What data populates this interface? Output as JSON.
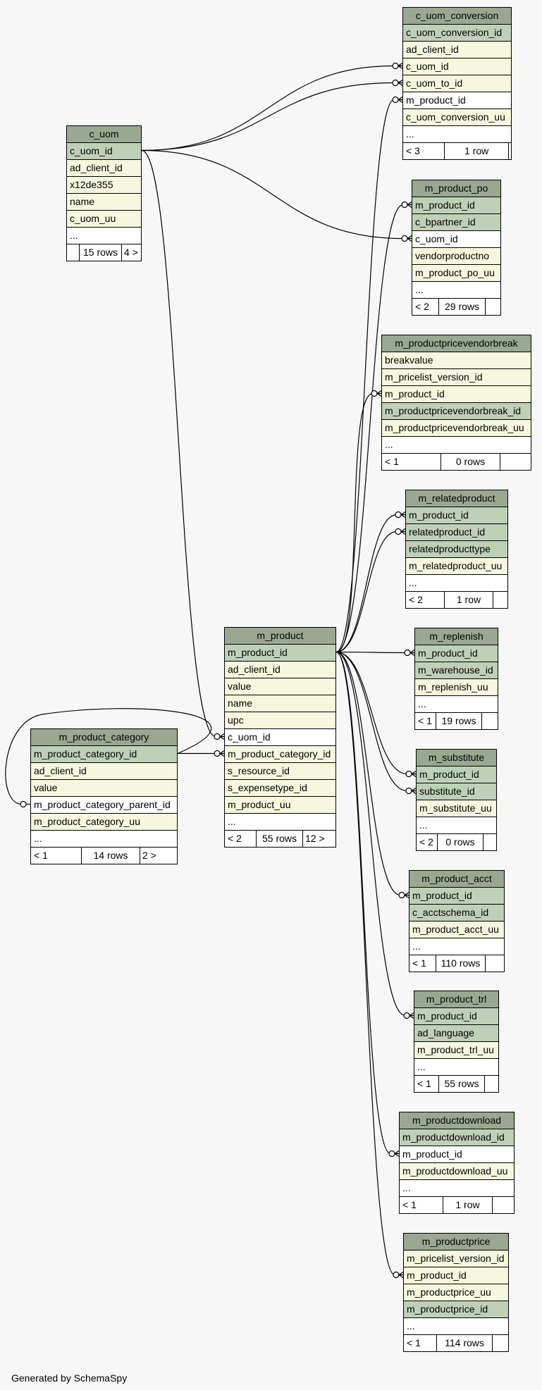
{
  "footer": "Generated by SchemaSpy",
  "tables": [
    {
      "id": "c_uom_conversion",
      "name": "c_uom_conversion",
      "rows": [
        {
          "name": "c_uom_conversion_id",
          "kind": "pk"
        },
        {
          "name": "ad_client_id",
          "kind": "col"
        },
        {
          "name": "c_uom_id",
          "kind": "col"
        },
        {
          "name": "c_uom_to_id",
          "kind": "col"
        },
        {
          "name": "m_product_id",
          "kind": "fk"
        },
        {
          "name": "c_uom_conversion_uu",
          "kind": "col"
        },
        {
          "name": "...",
          "kind": "ell"
        }
      ],
      "footer": {
        "left": "< 3",
        "mid": "1 row",
        "right": ""
      }
    },
    {
      "id": "c_uom",
      "name": "c_uom",
      "rows": [
        {
          "name": "c_uom_id",
          "kind": "pk"
        },
        {
          "name": "ad_client_id",
          "kind": "col"
        },
        {
          "name": "x12de355",
          "kind": "col"
        },
        {
          "name": "name",
          "kind": "col"
        },
        {
          "name": "c_uom_uu",
          "kind": "col"
        },
        {
          "name": "...",
          "kind": "ell"
        }
      ],
      "footer": {
        "left": "",
        "mid": "15 rows",
        "right": "4 >"
      }
    },
    {
      "id": "m_product_po",
      "name": "m_product_po",
      "rows": [
        {
          "name": "m_product_id",
          "kind": "pk"
        },
        {
          "name": "c_bpartner_id",
          "kind": "pk"
        },
        {
          "name": "c_uom_id",
          "kind": "fk"
        },
        {
          "name": "vendorproductno",
          "kind": "col"
        },
        {
          "name": "m_product_po_uu",
          "kind": "col"
        },
        {
          "name": "...",
          "kind": "ell"
        }
      ],
      "footer": {
        "left": "< 2",
        "mid": "29 rows",
        "right": ""
      }
    },
    {
      "id": "m_productpricevendorbreak",
      "name": "m_productpricevendorbreak",
      "rows": [
        {
          "name": "breakvalue",
          "kind": "col"
        },
        {
          "name": "m_pricelist_version_id",
          "kind": "col"
        },
        {
          "name": "m_product_id",
          "kind": "col"
        },
        {
          "name": "m_productpricevendorbreak_id",
          "kind": "pk"
        },
        {
          "name": "m_productpricevendorbreak_uu",
          "kind": "col"
        },
        {
          "name": "...",
          "kind": "ell"
        }
      ],
      "footer": {
        "left": "< 1",
        "mid": "0 rows",
        "right": ""
      }
    },
    {
      "id": "m_relatedproduct",
      "name": "m_relatedproduct",
      "rows": [
        {
          "name": "m_product_id",
          "kind": "pk"
        },
        {
          "name": "relatedproduct_id",
          "kind": "pk"
        },
        {
          "name": "relatedproducttype",
          "kind": "pk"
        },
        {
          "name": "m_relatedproduct_uu",
          "kind": "col"
        },
        {
          "name": "...",
          "kind": "ell"
        }
      ],
      "footer": {
        "left": "< 2",
        "mid": "1 row",
        "right": ""
      }
    },
    {
      "id": "m_product",
      "name": "m_product",
      "rows": [
        {
          "name": "m_product_id",
          "kind": "pk"
        },
        {
          "name": "ad_client_id",
          "kind": "col"
        },
        {
          "name": "value",
          "kind": "col"
        },
        {
          "name": "name",
          "kind": "col"
        },
        {
          "name": "upc",
          "kind": "col"
        },
        {
          "name": "c_uom_id",
          "kind": "fk"
        },
        {
          "name": "m_product_category_id",
          "kind": "col"
        },
        {
          "name": "s_resource_id",
          "kind": "col"
        },
        {
          "name": "s_expensetype_id",
          "kind": "col"
        },
        {
          "name": "m_product_uu",
          "kind": "col"
        },
        {
          "name": "...",
          "kind": "ell"
        }
      ],
      "footer": {
        "left": "< 2",
        "mid": "55 rows",
        "right": "12 >"
      }
    },
    {
      "id": "m_replenish",
      "name": "m_replenish",
      "rows": [
        {
          "name": "m_product_id",
          "kind": "pk"
        },
        {
          "name": "m_warehouse_id",
          "kind": "pk"
        },
        {
          "name": "m_replenish_uu",
          "kind": "col"
        },
        {
          "name": "...",
          "kind": "ell"
        }
      ],
      "footer": {
        "left": "< 1",
        "mid": "19 rows",
        "right": ""
      }
    },
    {
      "id": "m_product_category",
      "name": "m_product_category",
      "rows": [
        {
          "name": "m_product_category_id",
          "kind": "pk"
        },
        {
          "name": "ad_client_id",
          "kind": "col"
        },
        {
          "name": "value",
          "kind": "col"
        },
        {
          "name": "m_product_category_parent_id",
          "kind": "fk"
        },
        {
          "name": "m_product_category_uu",
          "kind": "col"
        },
        {
          "name": "...",
          "kind": "ell"
        }
      ],
      "footer": {
        "left": "< 1",
        "mid": "14 rows",
        "right": "2 >"
      }
    },
    {
      "id": "m_substitute",
      "name": "m_substitute",
      "rows": [
        {
          "name": "m_product_id",
          "kind": "pk"
        },
        {
          "name": "substitute_id",
          "kind": "pk"
        },
        {
          "name": "m_substitute_uu",
          "kind": "col"
        },
        {
          "name": "...",
          "kind": "ell"
        }
      ],
      "footer": {
        "left": "< 2",
        "mid": "0 rows",
        "right": ""
      }
    },
    {
      "id": "m_product_acct",
      "name": "m_product_acct",
      "rows": [
        {
          "name": "m_product_id",
          "kind": "pk"
        },
        {
          "name": "c_acctschema_id",
          "kind": "pk"
        },
        {
          "name": "m_product_acct_uu",
          "kind": "col"
        },
        {
          "name": "...",
          "kind": "ell"
        }
      ],
      "footer": {
        "left": "< 1",
        "mid": "110 rows",
        "right": ""
      }
    },
    {
      "id": "m_product_trl",
      "name": "m_product_trl",
      "rows": [
        {
          "name": "m_product_id",
          "kind": "pk"
        },
        {
          "name": "ad_language",
          "kind": "pk"
        },
        {
          "name": "m_product_trl_uu",
          "kind": "col"
        },
        {
          "name": "...",
          "kind": "ell"
        }
      ],
      "footer": {
        "left": "< 1",
        "mid": "55 rows",
        "right": ""
      }
    },
    {
      "id": "m_productdownload",
      "name": "m_productdownload",
      "rows": [
        {
          "name": "m_productdownload_id",
          "kind": "pk"
        },
        {
          "name": "m_product_id",
          "kind": "fk"
        },
        {
          "name": "m_productdownload_uu",
          "kind": "col"
        },
        {
          "name": "...",
          "kind": "ell"
        }
      ],
      "footer": {
        "left": "< 1",
        "mid": "1 row",
        "right": ""
      }
    },
    {
      "id": "m_productprice",
      "name": "m_productprice",
      "rows": [
        {
          "name": "m_pricelist_version_id",
          "kind": "col"
        },
        {
          "name": "m_product_id",
          "kind": "col"
        },
        {
          "name": "m_productprice_uu",
          "kind": "col"
        },
        {
          "name": "m_productprice_id",
          "kind": "pk"
        },
        {
          "name": "...",
          "kind": "ell"
        }
      ],
      "footer": {
        "left": "< 1",
        "mid": "114 rows",
        "right": ""
      }
    }
  ]
}
